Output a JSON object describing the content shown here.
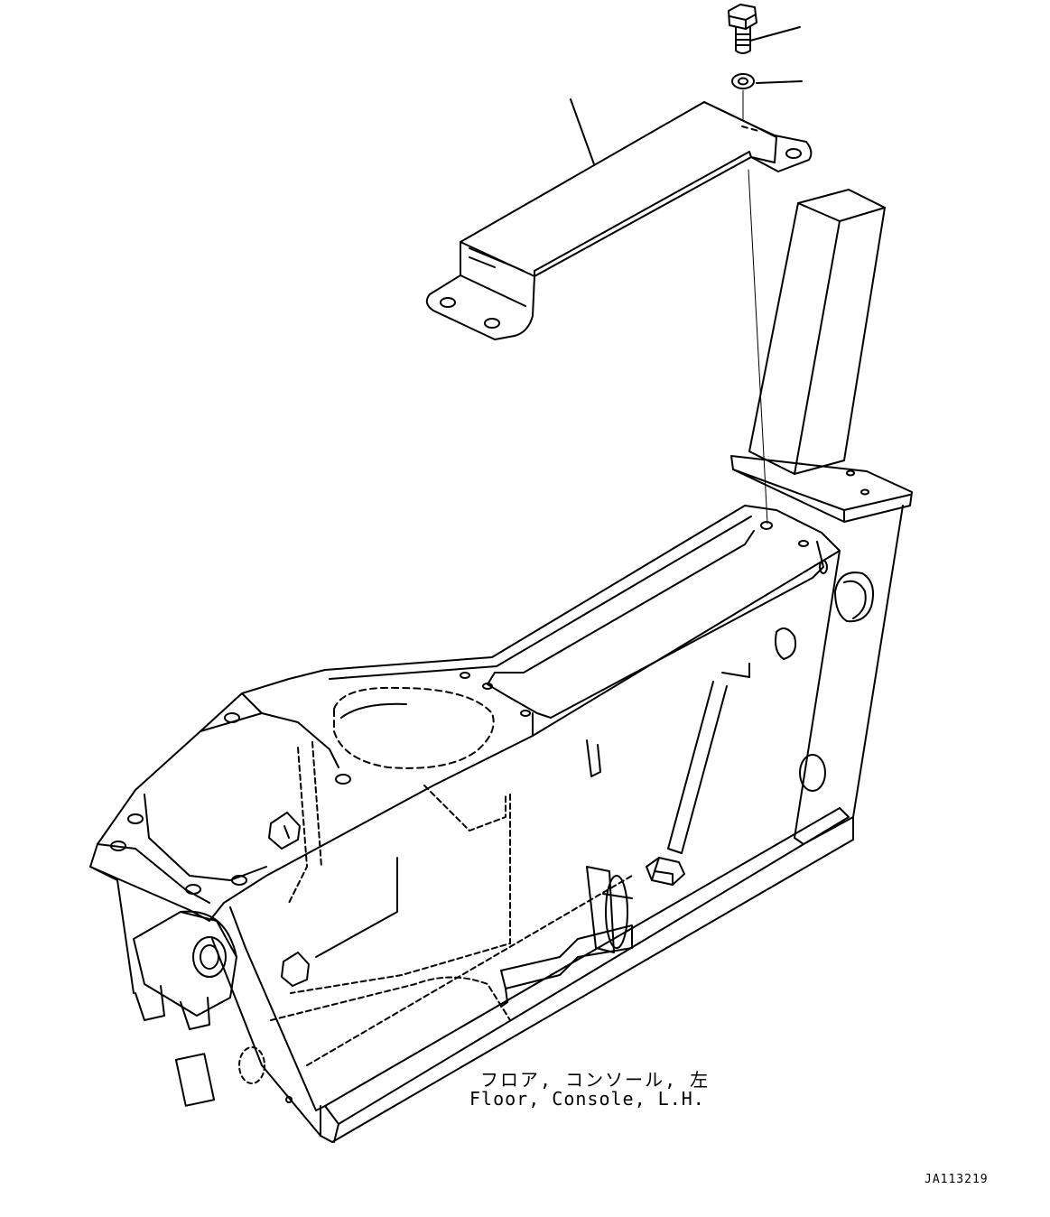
{
  "caption": {
    "japanese": "フロア, コンソール, 左",
    "english": "Floor, Console, L.H."
  },
  "drawing_number": "JA113219",
  "parts": [
    {
      "name": "bolt"
    },
    {
      "name": "washer"
    },
    {
      "name": "bracket"
    },
    {
      "name": "console-frame"
    }
  ],
  "colors": {
    "line": "#000000",
    "background": "#ffffff"
  }
}
